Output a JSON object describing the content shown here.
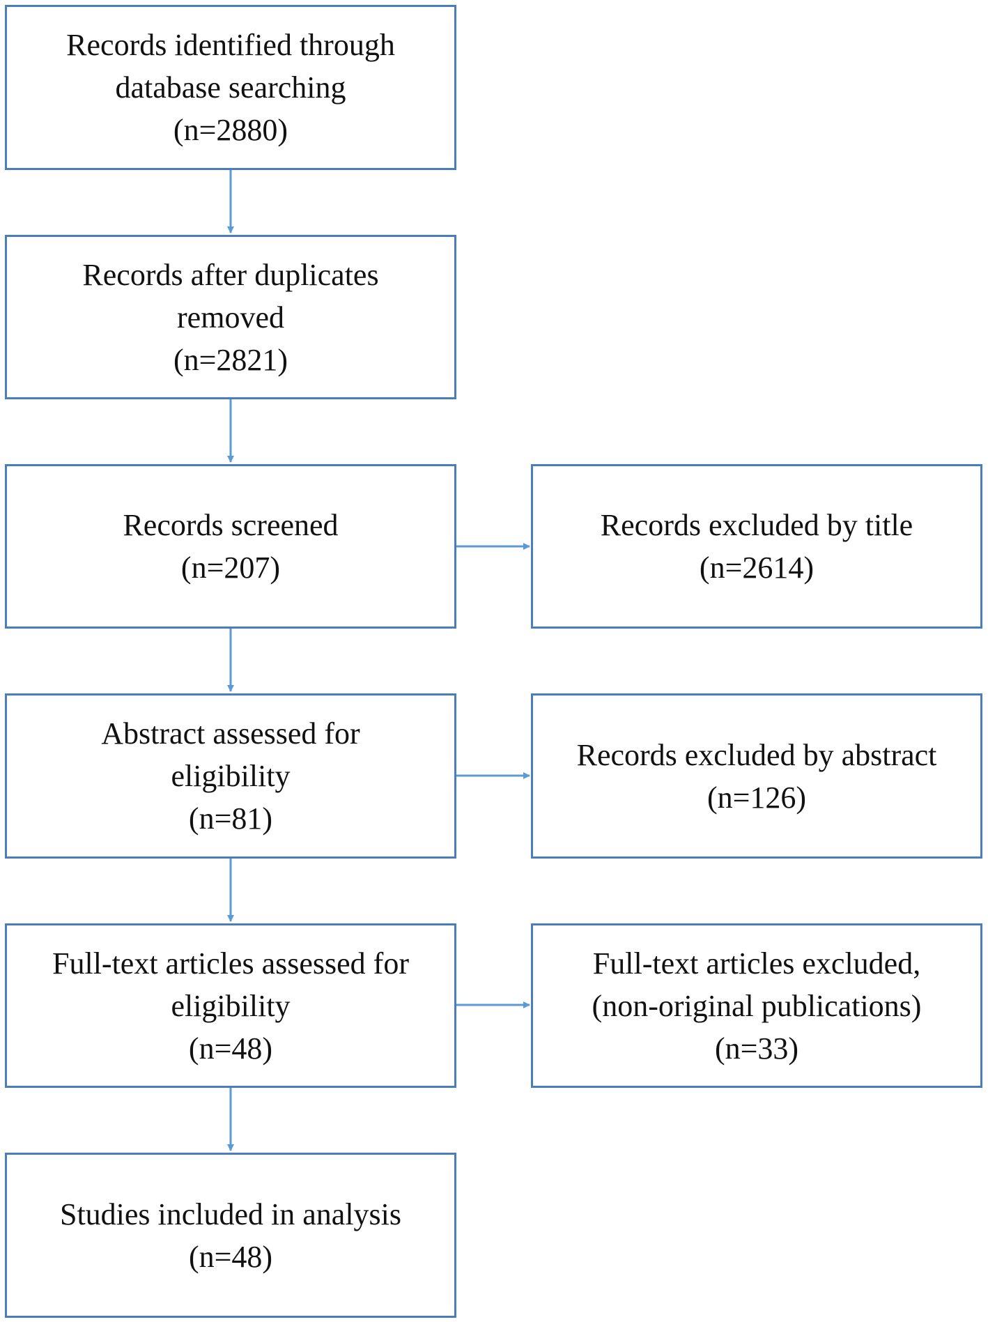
{
  "flow": {
    "identified": {
      "line1": "Records identified  through",
      "line2": "database searching",
      "count": "(n=2880)"
    },
    "deduplicated": {
      "line1": "Records after  duplicates",
      "line2": "removed",
      "count": "(n=2821)"
    },
    "screened": {
      "line1": "Records screened",
      "count": "(n=207)"
    },
    "abstract_assessed": {
      "line1": "Abstract assessed for",
      "line2": "eligibility",
      "count": "(n=81)"
    },
    "fulltext_assessed": {
      "line1": "Full-text  articles  assessed for",
      "line2": "eligibility",
      "count": "(n=48)"
    },
    "included": {
      "line1": "Studies  included  in  analysis",
      "count": "(n=48)"
    }
  },
  "exclusions": {
    "by_title": {
      "line1": "Records  excluded  by title",
      "count": "(n=2614)"
    },
    "by_abstract": {
      "line1": "Records excluded  by abstract",
      "count": "(n=126)"
    },
    "fulltext_excluded": {
      "line1": "Full-text  articles  excluded,",
      "line2": "(non-original  publications)",
      "count": "(n=33)"
    }
  },
  "colors": {
    "border": "#4a7ebb",
    "arrow": "#5b9bd5",
    "text": "#111111"
  }
}
